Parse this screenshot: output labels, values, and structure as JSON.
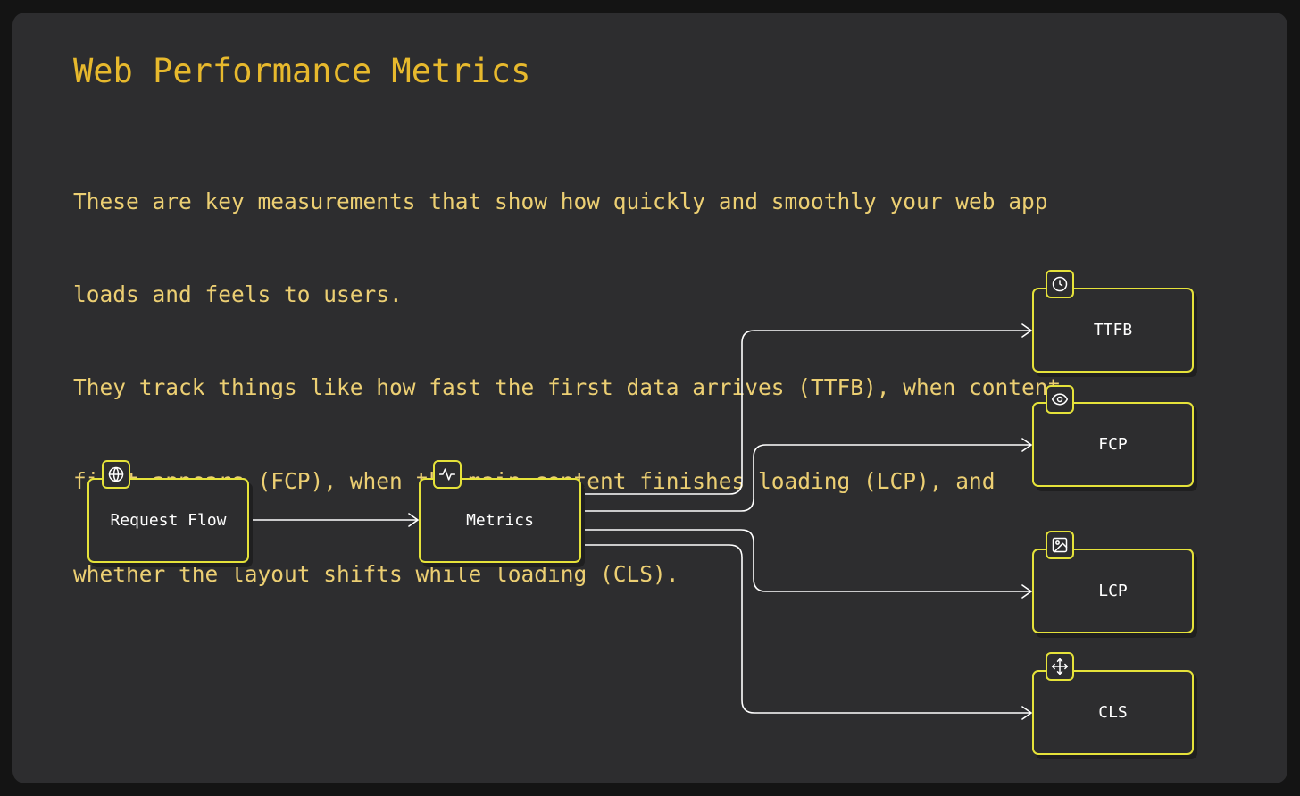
{
  "title": "Web Performance Metrics",
  "description": [
    "These are key measurements that show how quickly and smoothly your web app",
    "loads and feels to users.",
    "They track things like how fast the first data arrives (TTFB), when content",
    "first appears (FCP), when the main content finishes loading (LCP), and",
    "whether the layout shifts while loading (CLS)."
  ],
  "nodes": {
    "request_flow": {
      "label": "Request Flow",
      "icon": "globe-icon"
    },
    "metrics": {
      "label": "Metrics",
      "icon": "activity-icon"
    },
    "ttfb": {
      "label": "TTFB",
      "icon": "clock-icon"
    },
    "fcp": {
      "label": "FCP",
      "icon": "eye-icon"
    },
    "lcp": {
      "label": "LCP",
      "icon": "image-icon"
    },
    "cls": {
      "label": "CLS",
      "icon": "move-icon"
    }
  },
  "edges": [
    {
      "from": "Request Flow",
      "to": "Metrics"
    },
    {
      "from": "Metrics",
      "to": "TTFB"
    },
    {
      "from": "Metrics",
      "to": "FCP"
    },
    {
      "from": "Metrics",
      "to": "LCP"
    },
    {
      "from": "Metrics",
      "to": "CLS"
    }
  ],
  "colors": {
    "background": "#2d2d2f",
    "title": "#e7b92d",
    "text": "#eccf73",
    "node_border": "#e5e23a",
    "connector": "#ffffff"
  }
}
